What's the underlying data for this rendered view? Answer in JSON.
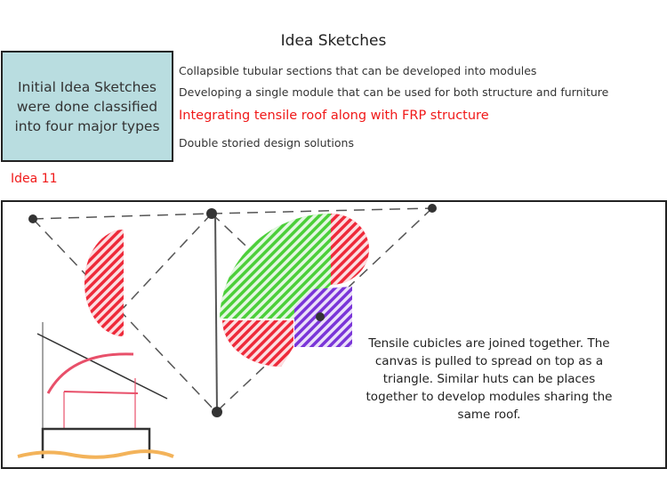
{
  "title": "Idea Sketches",
  "info_box": "Initial Idea Sketches were done classified into four major types",
  "types": [
    "Collapsible tubular sections that can be developed into modules",
    "Developing a single module that can be used for both structure and furniture",
    "Integrating tensile roof along with FRP structure",
    "Double storied design solutions"
  ],
  "highlighted_type_index": 2,
  "idea_label": "Idea 11",
  "caption": "Tensile cubicles are joined together. The canvas is pulled to spread on top as a triangle. Similar huts can be places together to develop modules sharing the same roof.",
  "colors": {
    "accent_red": "#f01818",
    "box_fill": "#b9dde0",
    "green": "#4ccf3a",
    "red": "#ee2a3a",
    "purple": "#7a35d8"
  }
}
